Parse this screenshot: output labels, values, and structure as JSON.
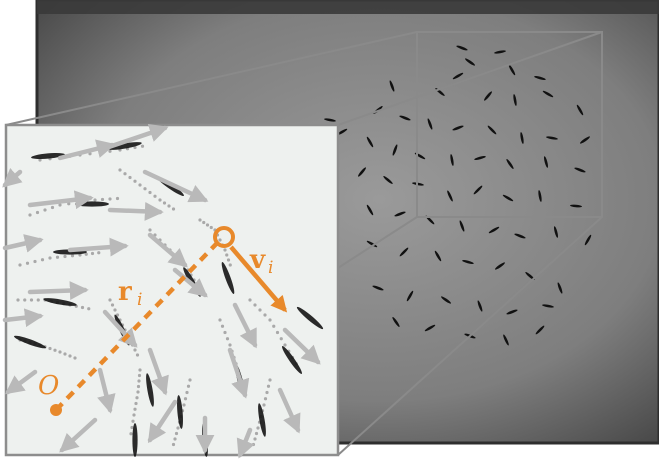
{
  "labels": {
    "origin": "O",
    "radius": "r",
    "radius_subscript": "i",
    "velocity": "v",
    "velocity_subscript": "i"
  },
  "colors": {
    "accent": "#E8892B",
    "photo_dark": "#3c3c3c",
    "photo_mid": "#7a7a7a",
    "inset_bg": "#eef1ef",
    "frame_line": "#8a8a8a",
    "arrow_gray": "#b9b9b9",
    "fish": "#111111"
  }
}
